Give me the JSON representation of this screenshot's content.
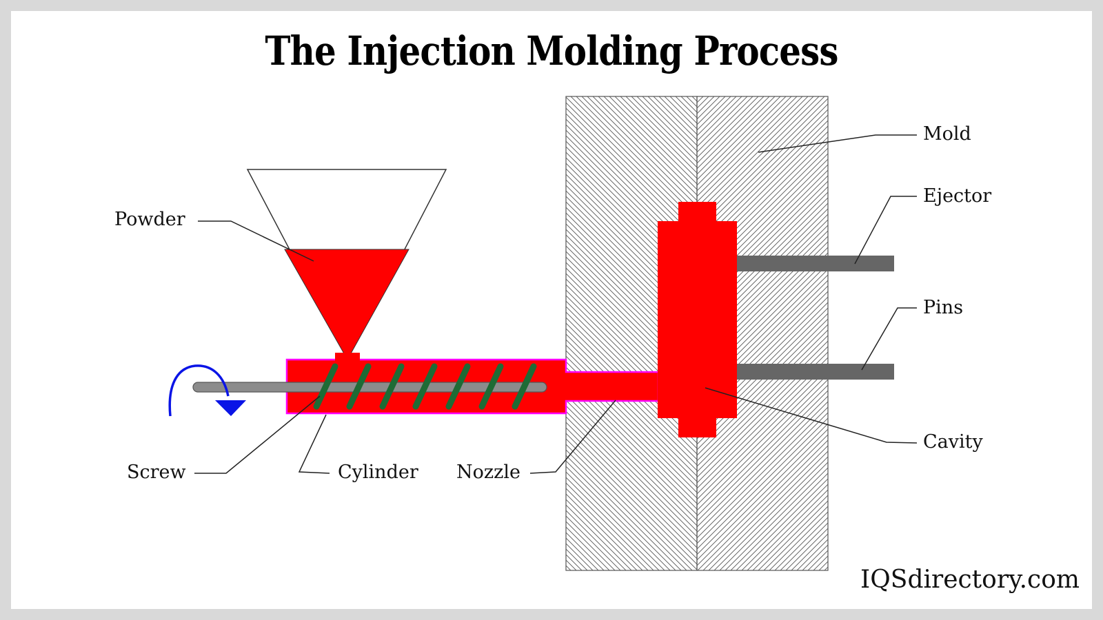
{
  "title": "The Injection Molding Process",
  "labels": {
    "powder": "Powder",
    "screw": "Screw",
    "cylinder": "Cylinder",
    "nozzle": "Nozzle",
    "mold": "Mold",
    "ejector": "Ejector",
    "pins": "Pins",
    "cavity": "Cavity"
  },
  "watermark": "IQSdirectory.com",
  "colors": {
    "material": "#ff0000",
    "cylinder_outline": "#ff00ff",
    "screw_flight": "#1e6b35",
    "shaft": "#8c8c8c",
    "pins": "#666666",
    "rotation_arrow": "#0a14e6"
  },
  "icons": {
    "rotation": "rotation-arrow-icon"
  }
}
